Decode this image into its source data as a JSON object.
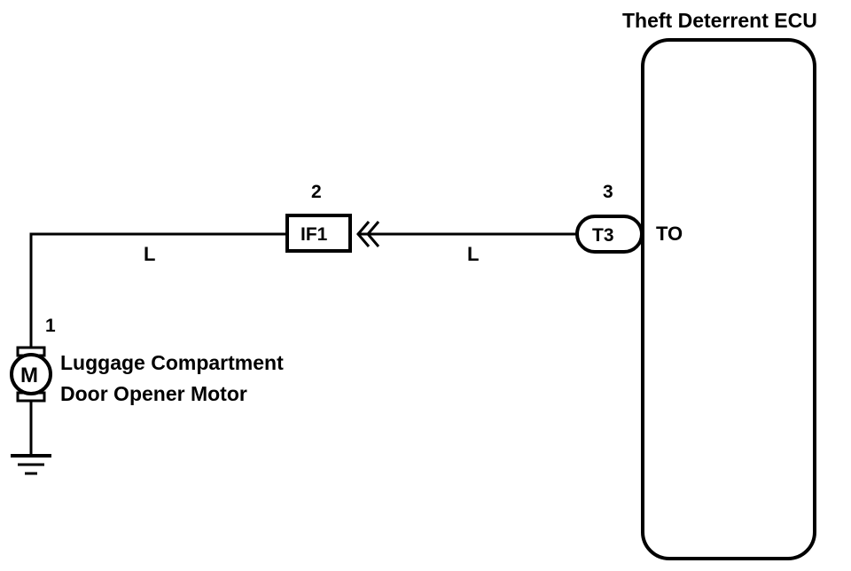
{
  "ecu": {
    "title": "Theft Deterrent ECU",
    "terminal": "TO"
  },
  "connectors": {
    "ecu_connector": {
      "pin": "3",
      "code": "T3"
    },
    "junction_connector": {
      "pin": "2",
      "code": "IF1"
    },
    "motor_connector": {
      "pin": "1"
    }
  },
  "wires": {
    "left_color": "L",
    "right_color": "L"
  },
  "motor": {
    "symbol": "M",
    "name_line1": "Luggage Compartment",
    "name_line2": "Door Opener Motor"
  }
}
